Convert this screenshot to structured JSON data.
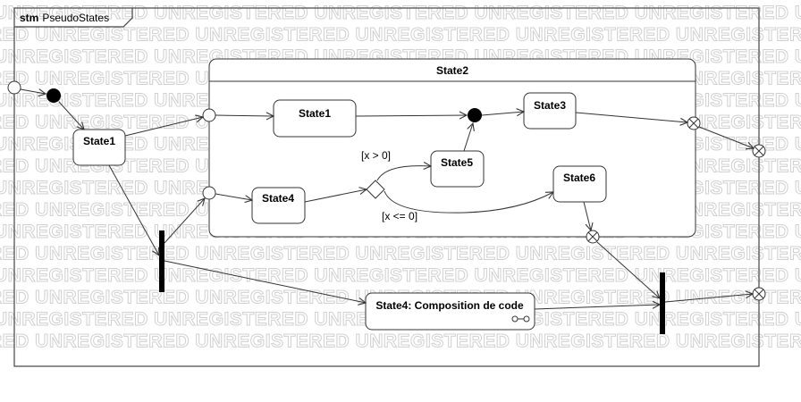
{
  "frame": {
    "keyword": "stm",
    "name": "PseudoStates"
  },
  "watermark": "UNREGISTERED",
  "composite_state": {
    "name": "State2"
  },
  "states": {
    "state1_outer": "State1",
    "state1_inner": "State1",
    "state3": "State3",
    "state4_inner": "State4",
    "state5": "State5",
    "state6": "State6",
    "submachine": "State4: Composition de code"
  },
  "guards": {
    "g1": "[x > 0]",
    "g2": "[x <= 0]"
  },
  "colors": {
    "stroke": "#333333",
    "fill": "#ffffff",
    "watermark": "#d0d0d0",
    "black": "#000000"
  }
}
